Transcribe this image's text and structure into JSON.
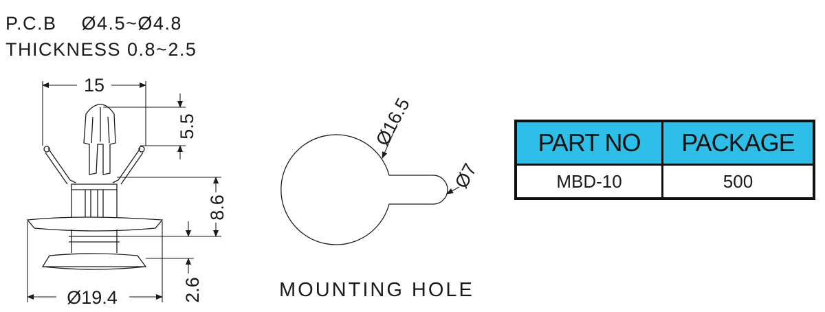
{
  "specs": {
    "pcb": "P.C.B    Ø4.5~Ø4.8",
    "thickness": "THICKNESS 0.8~2.5"
  },
  "side_view": {
    "dim_width_top": "15",
    "dim_head_height": "5.5",
    "dim_body_height": "8.6",
    "dim_flange_height": "2.6",
    "dim_base_diameter": "Ø19.4"
  },
  "mounting_hole": {
    "dim_large": "Ø16.5",
    "dim_small": "Ø7",
    "caption": "MOUNTING HOLE"
  },
  "parts_table": {
    "headers": [
      "PART NO",
      "PACKAGE"
    ],
    "rows": [
      [
        "MBD-10",
        "500"
      ]
    ],
    "header_color": "#2dbfe8"
  }
}
